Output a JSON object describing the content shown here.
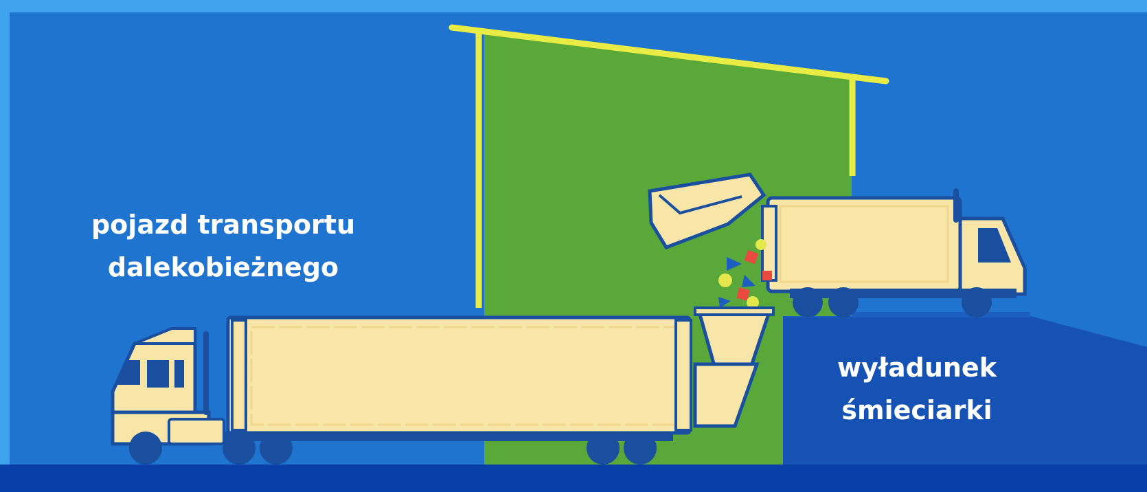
{
  "diagram": {
    "labels": {
      "long_distance_vehicle": [
        "pojazd transportu",
        "dalekobieżnego"
      ],
      "garbage_truck_unloading": [
        "wyładunek",
        "śmieciarki"
      ]
    },
    "colors": {
      "sky": "#1f74cf",
      "sky_band": "#3ea2ec",
      "building": "#5aa83a",
      "roof": "#e9ec44",
      "ground": "#0b3fa8",
      "platform": "#1552b3",
      "vehicle_body": "#f7e6a8",
      "vehicle_outline": "#1a4f9f",
      "wheel": "#1a4f9f",
      "waste_red": "#e84a3f",
      "waste_yellow": "#e3e94d",
      "waste_blue": "#1d5cc0"
    }
  }
}
